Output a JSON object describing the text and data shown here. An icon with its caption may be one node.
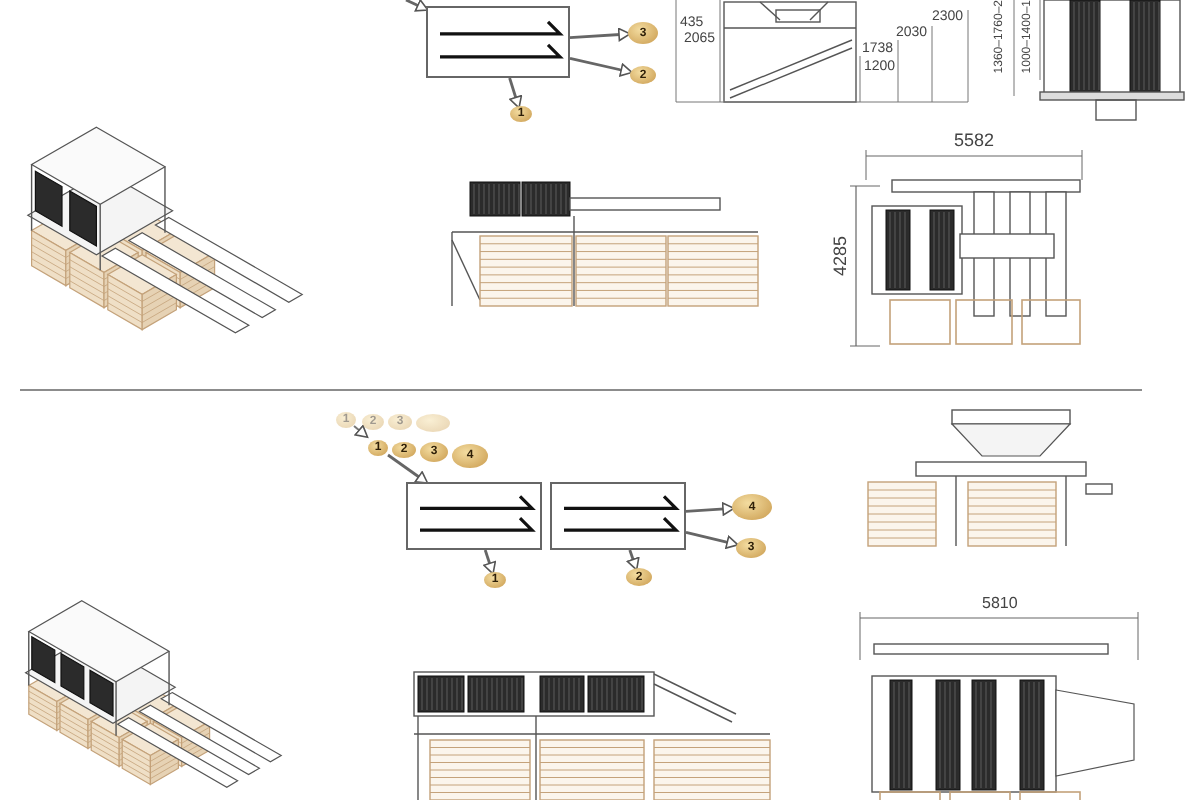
{
  "diagram": {
    "nodes": [
      {
        "text": [],
        "shape": "box"
      },
      {
        "text": [
          "3"
        ]
      },
      {
        "text": [
          "2"
        ]
      },
      {
        "text": [
          "1"
        ]
      },
      {
        "text": [
          "1"
        ]
      },
      {
        "text": [
          "2"
        ]
      },
      {
        "text": [
          "3"
        ]
      },
      {
        "text": [],
        "shape": "picture"
      },
      {
        "text": [
          "1"
        ]
      },
      {
        "text": [
          "2"
        ]
      },
      {
        "text": [
          "3"
        ]
      },
      {
        "text": [
          "4"
        ]
      },
      {
        "text": [],
        "shape": "box"
      },
      {
        "text": [],
        "shape": "box"
      },
      {
        "text": [
          "4"
        ]
      },
      {
        "text": [
          "3"
        ]
      },
      {
        "text": [
          "1"
        ]
      },
      {
        "text": [
          "2"
        ]
      }
    ],
    "edges": [
      {
        "from": null,
        "to": 0,
        "arrow": "to"
      },
      {
        "from": 0,
        "to": 1,
        "arrow": "to"
      },
      {
        "from": 0,
        "to": 2,
        "arrow": "to"
      },
      {
        "from": 0,
        "to": 3,
        "arrow": "to"
      },
      {
        "from": 8,
        "to": 12,
        "arrow": "to"
      },
      {
        "from": 12,
        "to": 16,
        "arrow": "to"
      },
      {
        "from": 13,
        "to": 17,
        "arrow": "to"
      },
      {
        "from": 13,
        "to": 14,
        "arrow": "to"
      },
      {
        "from": 13,
        "to": 15,
        "arrow": "to"
      }
    ],
    "labels": [
      "435",
      "2300",
      "2065",
      "2030",
      "1738",
      "1200",
      "1360–1760–2",
      "1000–1400–1",
      "5582",
      "4285",
      "5810"
    ]
  }
}
